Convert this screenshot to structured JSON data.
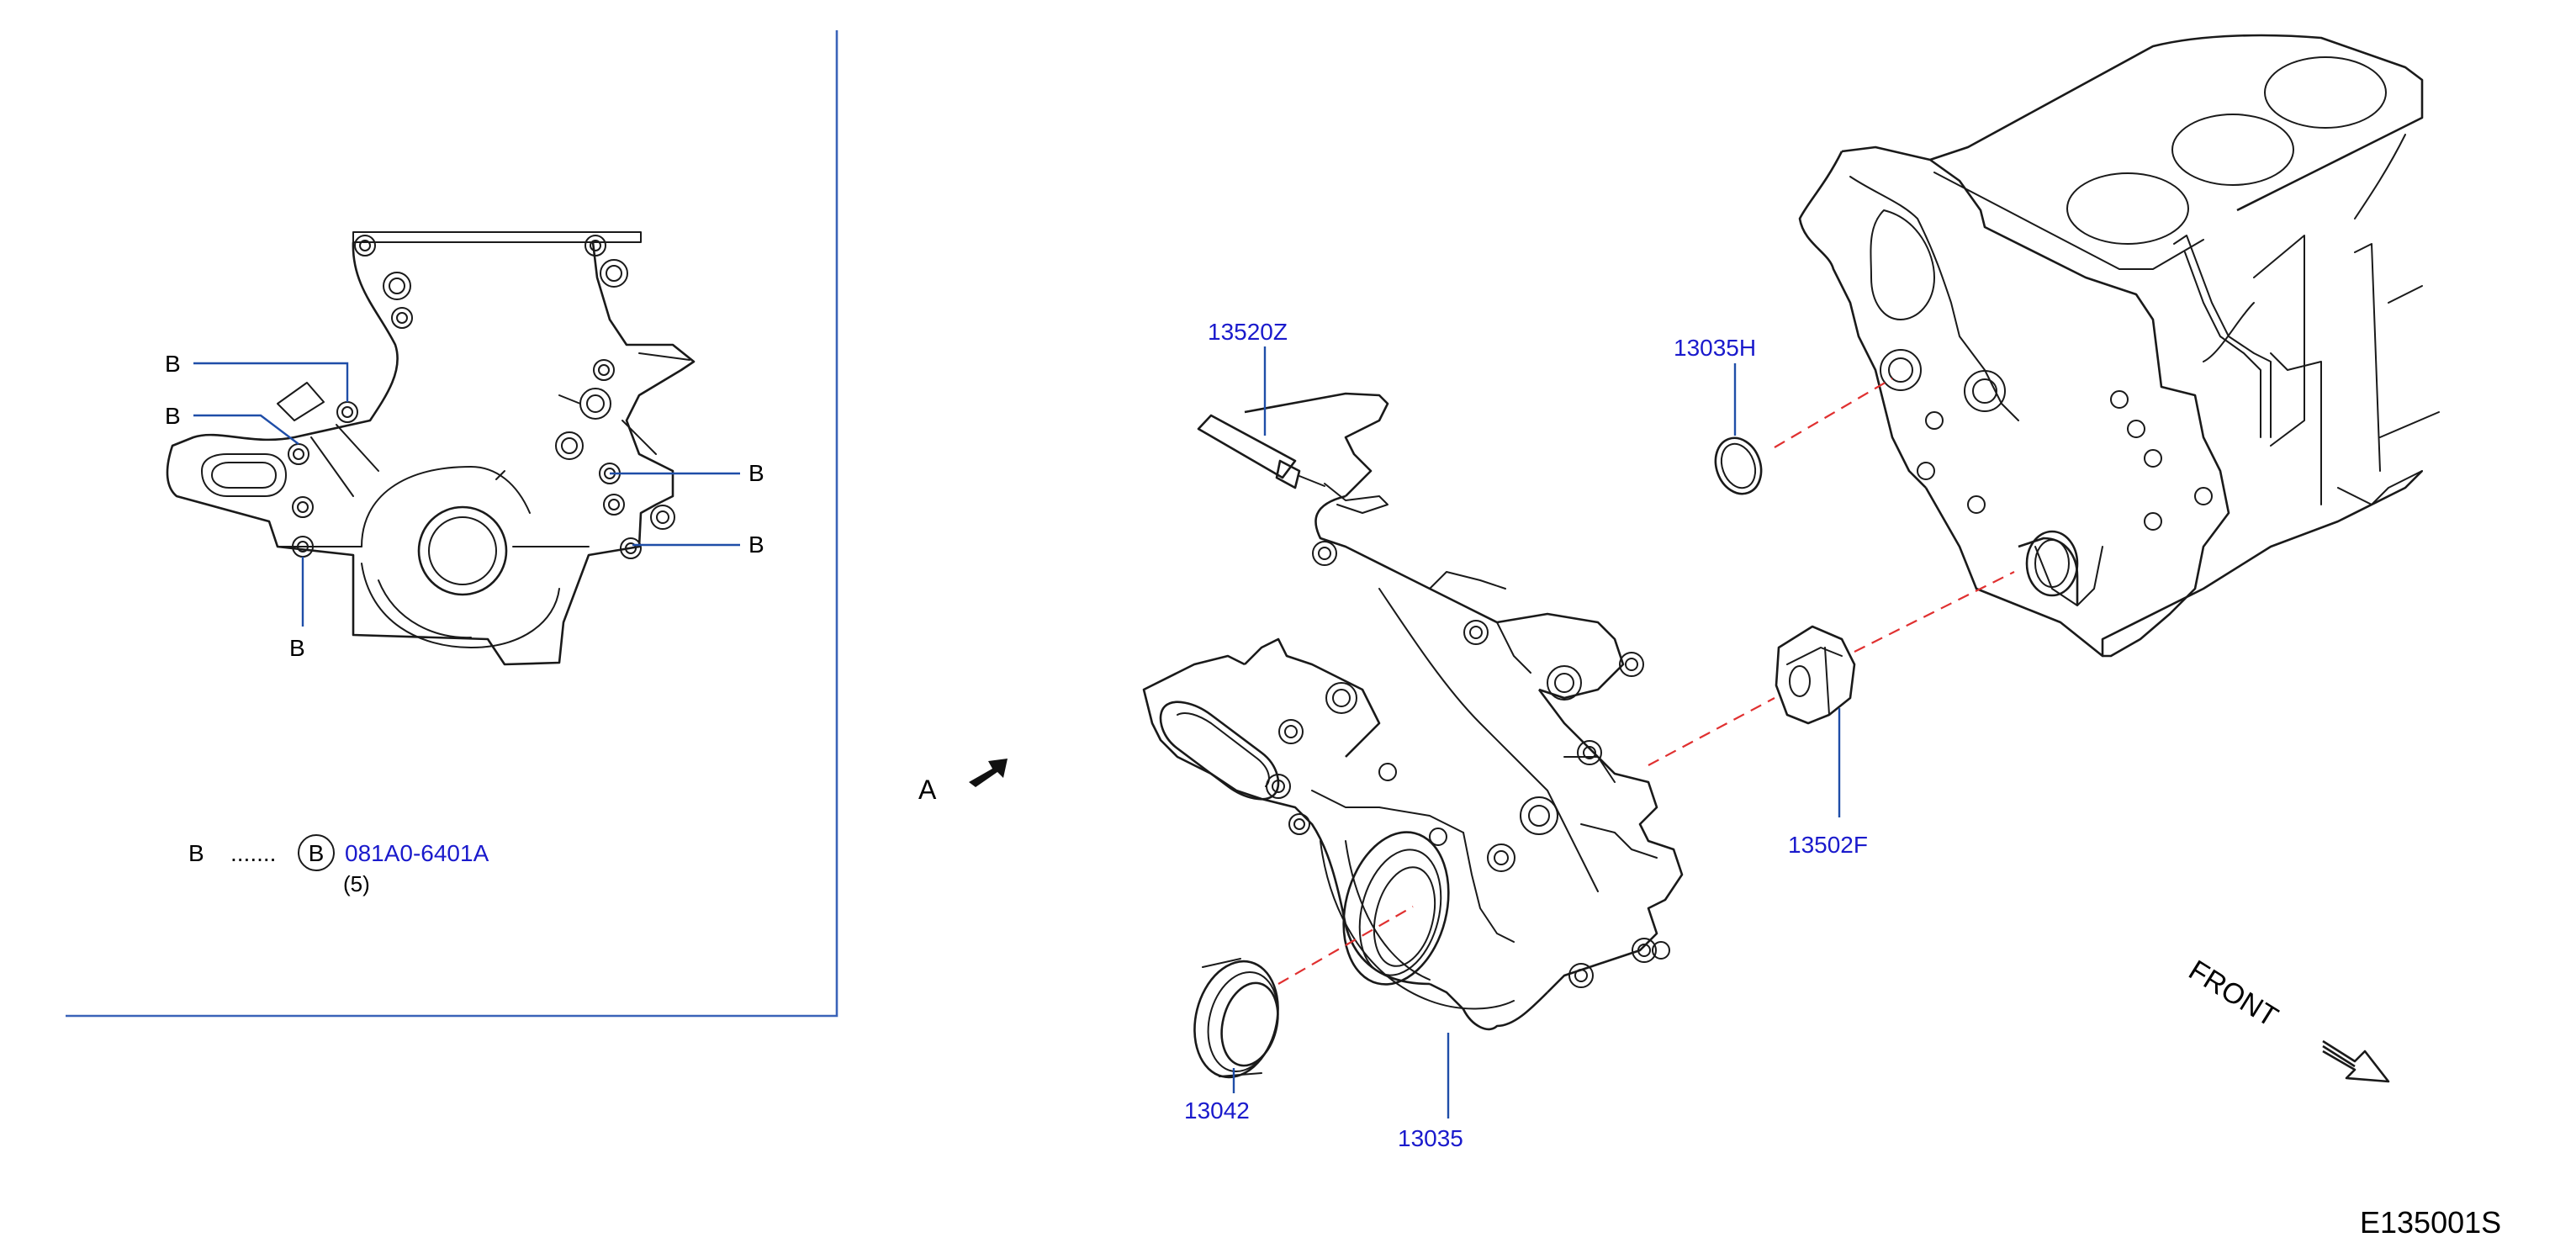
{
  "inset": {
    "callout_letter": "B",
    "legend": {
      "key": "B",
      "dots": ".......",
      "circle_letter": "B",
      "part_number": "081A0-6401A",
      "quantity": "(5)"
    }
  },
  "view_marker": "A",
  "parts": {
    "p13520Z": "13520Z",
    "p13035H": "13035H",
    "p13502F": "13502F",
    "p13042": "13042",
    "p13035": "13035"
  },
  "direction_label": "FRONT",
  "diagram_id": "E135001S",
  "colors": {
    "part_number": "#1a1acc",
    "leader": "#1f4ea8",
    "alignment_dash": "#e03030",
    "linework": "#1a1a1a"
  },
  "icons": [
    "arrow-a-icon",
    "front-arrow-icon"
  ]
}
